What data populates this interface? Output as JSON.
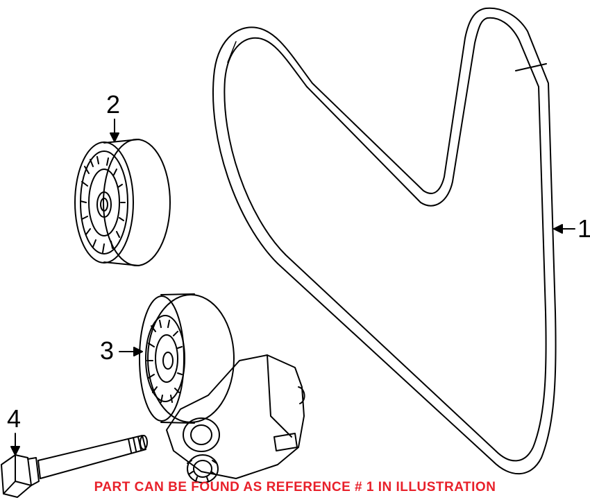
{
  "callouts": {
    "part1": "1",
    "part2": "2",
    "part3": "3",
    "part4": "4"
  },
  "note": "PART CAN BE FOUND AS REFERENCE # 1 IN ILLUSTRATION",
  "colors": {
    "line": "#000000",
    "note": "#e8202a",
    "background": "#ffffff"
  }
}
